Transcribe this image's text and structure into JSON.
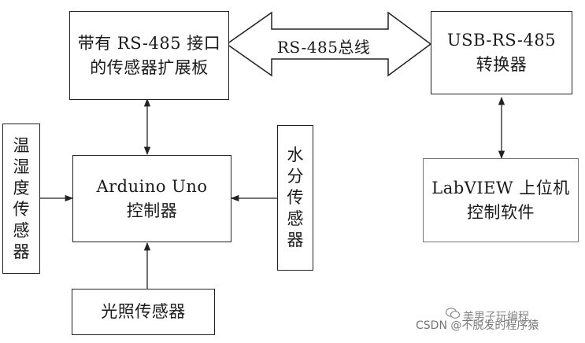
{
  "nodes": {
    "ext_board": "带有 RS-485 接口\n的传感器扩展板",
    "usb_converter": "USB-RS-485\n转换器",
    "arduino": "Arduino Uno\n控制器",
    "temp_humidity": "温\n湿\n度\n传\n感\n器",
    "moisture": "水\n分\n传\n感\n器",
    "labview": "LabVIEW 上位机\n控制软件",
    "light_sensor": "光照传感器"
  },
  "edges": {
    "bus_label": "RS-485总线"
  },
  "watermark": {
    "channel": "美男子玩编程",
    "site": "CSDN @不脱发的程序猿"
  }
}
